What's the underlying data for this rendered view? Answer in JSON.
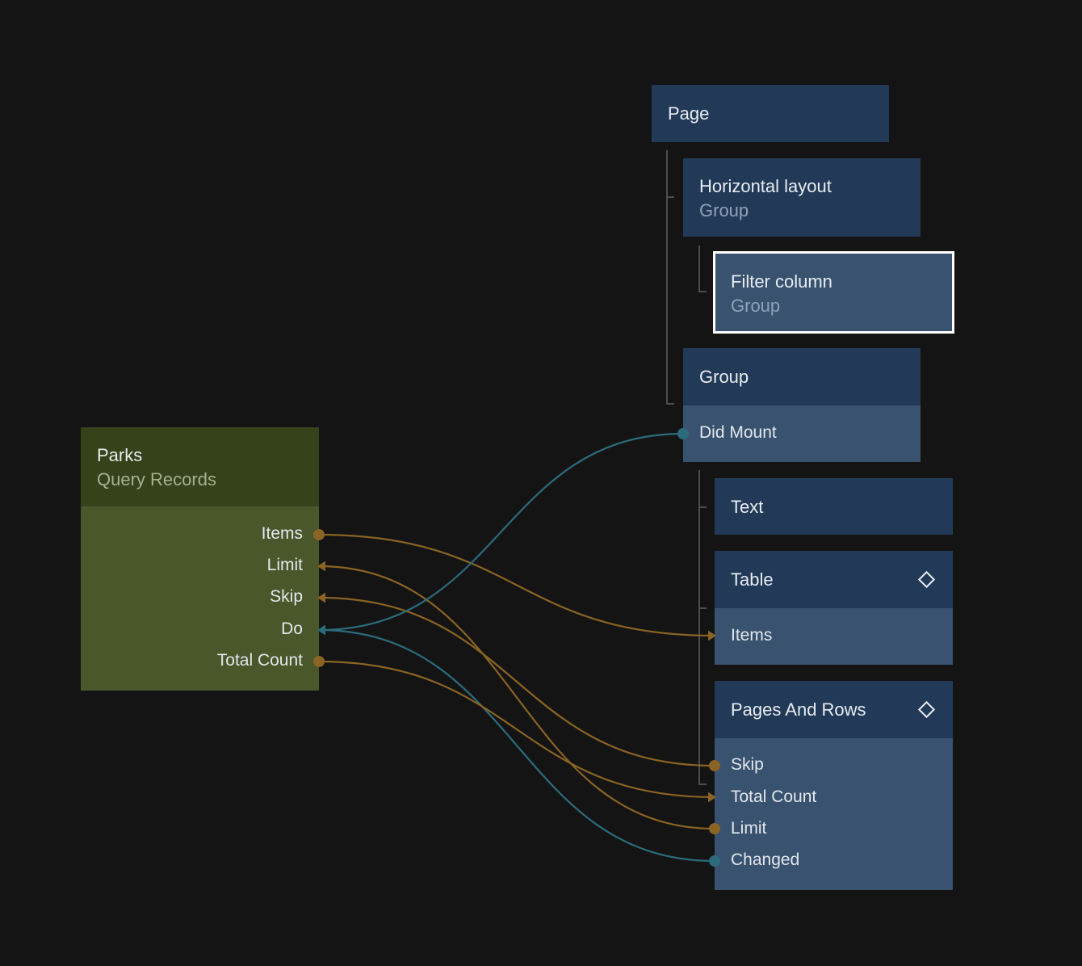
{
  "nodes": {
    "page": {
      "title": "Page"
    },
    "horizontal_layout": {
      "title": "Horizontal layout",
      "subtitle": "Group"
    },
    "filter_column": {
      "title": "Filter column",
      "subtitle": "Group"
    },
    "group": {
      "title": "Group",
      "ports": {
        "did_mount": "Did Mount"
      }
    },
    "text": {
      "title": "Text"
    },
    "table": {
      "title": "Table",
      "icon": "diamond-icon",
      "ports": {
        "items": "Items"
      }
    },
    "pages_and_rows": {
      "title": "Pages And Rows",
      "icon": "diamond-icon",
      "ports": {
        "skip": "Skip",
        "total_count": "Total Count",
        "limit": "Limit",
        "changed": "Changed"
      }
    },
    "parks": {
      "title": "Parks",
      "subtitle": "Query Records",
      "ports": {
        "items": "Items",
        "limit": "Limit",
        "skip": "Skip",
        "do": "Do",
        "total_count": "Total Count"
      }
    }
  },
  "colors": {
    "background": "#141414",
    "component_header": "#223a58",
    "component_body": "#38526f",
    "query_header": "#364219",
    "query_body": "#4a572b",
    "data_wire": "#8a6424",
    "signal_wire": "#2c6b7c",
    "selected_border": "#ffffff"
  },
  "connections": [
    {
      "from": "parks.items",
      "to": "table.items",
      "kind": "data"
    },
    {
      "from": "pages_and_rows.limit",
      "to": "parks.limit",
      "kind": "data"
    },
    {
      "from": "pages_and_rows.skip",
      "to": "parks.skip",
      "kind": "data"
    },
    {
      "from": "group.did_mount",
      "to": "parks.do",
      "kind": "signal"
    },
    {
      "from": "pages_and_rows.changed",
      "to": "parks.do",
      "kind": "signal"
    },
    {
      "from": "parks.total_count",
      "to": "pages_and_rows.total_count",
      "kind": "data"
    }
  ]
}
